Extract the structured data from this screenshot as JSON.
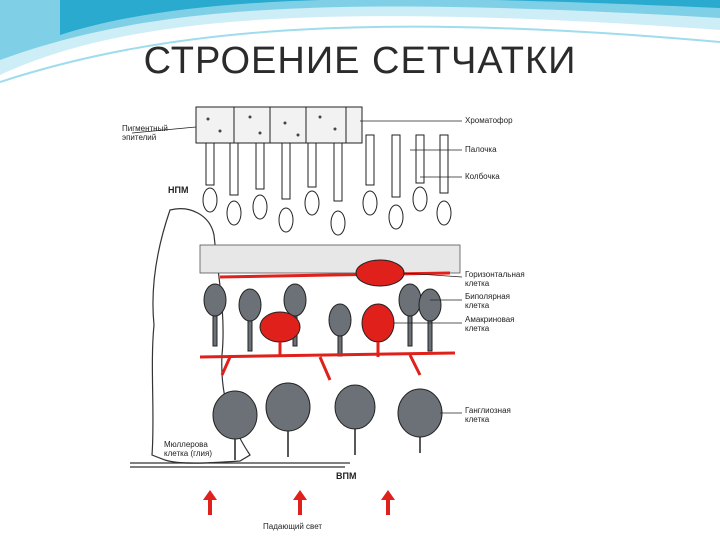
{
  "slide": {
    "title": "СТРОЕНИЕ СЕТЧАТКИ",
    "accent_colors": [
      "#1aa3c9",
      "#7fd0e6",
      "#cdeef7"
    ]
  },
  "diagram": {
    "labels_right": {
      "chromatophore": "Хроматофор",
      "rod": "Палочка",
      "cone": "Колбочка",
      "horizontal_1": "Горизонтальная",
      "horizontal_2": "клетка",
      "bipolar_1": "Биполярная",
      "bipolar_2": "клетка",
      "amacrine_1": "Амакриновая",
      "amacrine_2": "клетка",
      "ganglion_1": "Ганглиозная",
      "ganglion_2": "клетка"
    },
    "labels_left": {
      "pigment_1": "Пигментный",
      "pigment_2": "эпителий",
      "npm": "НПМ",
      "muller_1": "Мюллерова",
      "muller_2": "клетка (глия)"
    },
    "labels_bottom": {
      "vpm": "ВПМ",
      "incident_light": "Падающий свет"
    },
    "colors": {
      "highlight": "#e0201b",
      "cell_fill": "#6b7177",
      "outline": "#222222"
    }
  }
}
